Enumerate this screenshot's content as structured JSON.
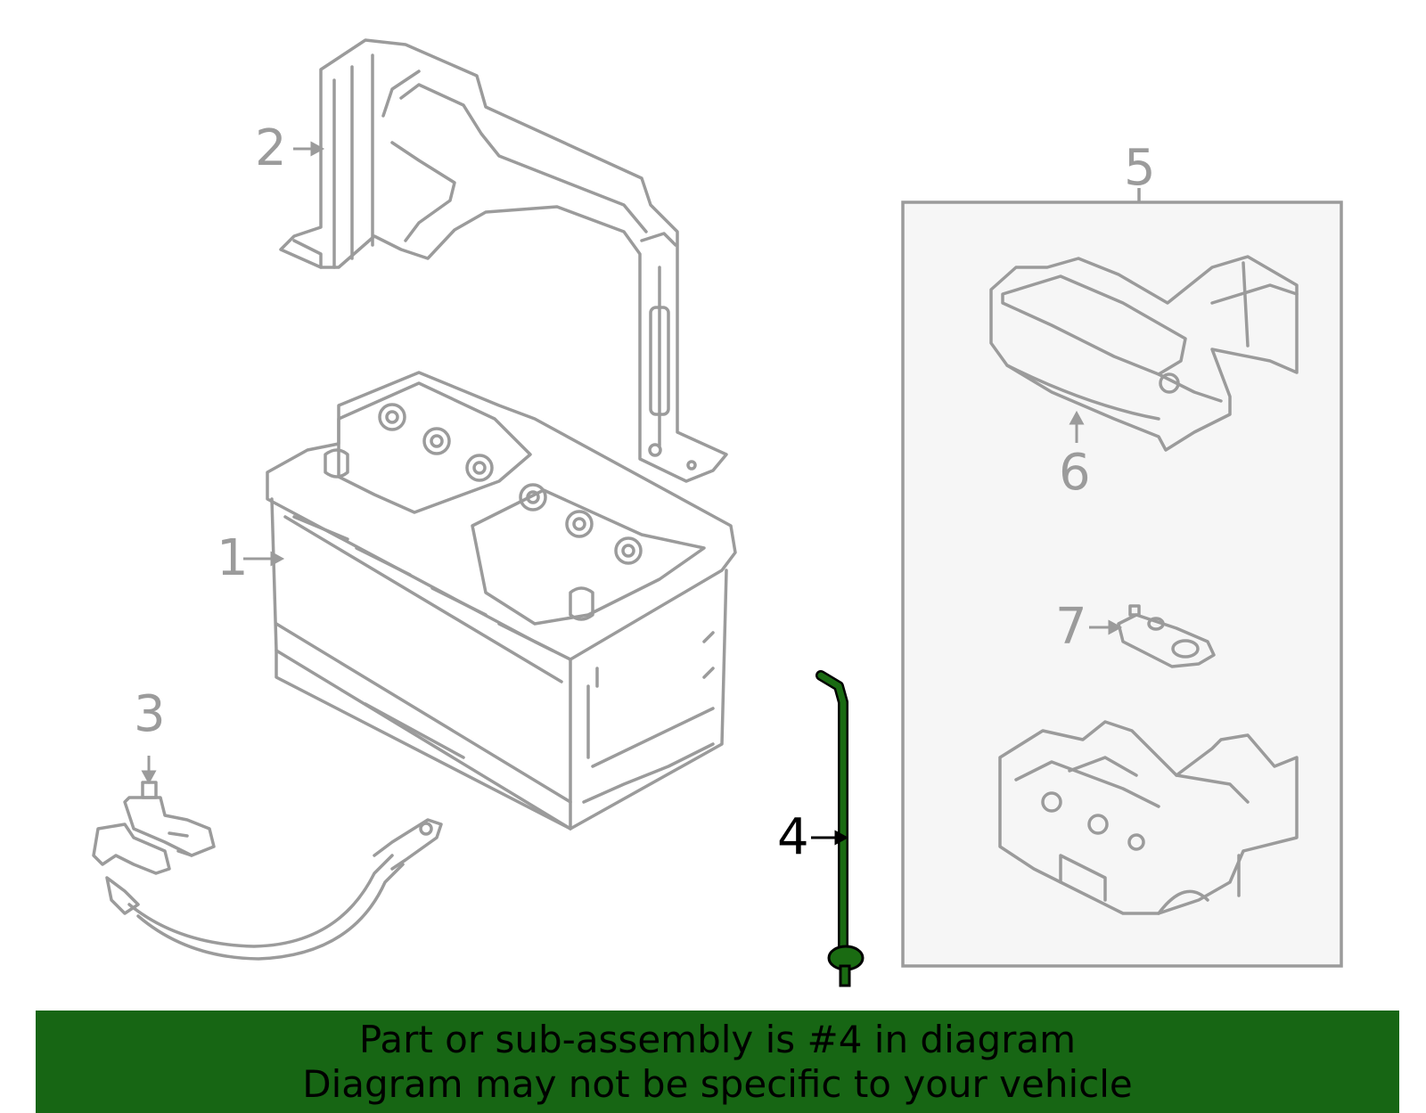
{
  "colors": {
    "line_art": "#9b9b9b",
    "highlight": "#1a6b12",
    "highlight_outline": "#000000",
    "footer_background": "#176614",
    "footer_text": "#000000",
    "kit_box_fill": "#f6f6f6",
    "kit_box_border": "#9b9b9b"
  },
  "callouts": [
    {
      "id": "1",
      "label": "1",
      "part": "battery",
      "highlighted": false
    },
    {
      "id": "2",
      "label": "2",
      "part": "battery-hold-down-bracket",
      "highlighted": false
    },
    {
      "id": "3",
      "label": "3",
      "part": "negative-battery-cable",
      "highlighted": false
    },
    {
      "id": "4",
      "label": "4",
      "part": "hold-down-rod",
      "highlighted": true
    },
    {
      "id": "5",
      "label": "5",
      "part": "kit-group",
      "highlighted": false
    },
    {
      "id": "6",
      "label": "6",
      "part": "terminal-cover",
      "highlighted": false
    },
    {
      "id": "7",
      "label": "7",
      "part": "terminal-clamp",
      "highlighted": false
    }
  ],
  "footer": {
    "line1": "Part or sub-assembly is #4 in diagram",
    "line2": "Diagram may not be specific to your vehicle"
  }
}
